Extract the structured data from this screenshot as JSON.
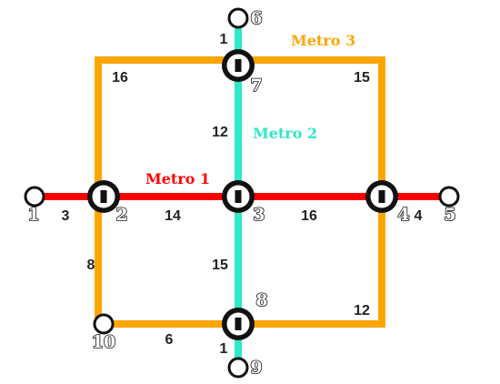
{
  "lines": [
    {
      "id": "metro1",
      "name": "Metro 1",
      "color": "#ff0000"
    },
    {
      "id": "metro2",
      "name": "Metro 2",
      "color": "#2ee8c8"
    },
    {
      "id": "metro3",
      "name": "Metro 3",
      "color": "#ffa500"
    }
  ],
  "stations": [
    {
      "id": "1",
      "label": "1",
      "type": "terminal"
    },
    {
      "id": "2",
      "label": "2",
      "type": "interchange"
    },
    {
      "id": "3",
      "label": "3",
      "type": "interchange"
    },
    {
      "id": "4",
      "label": "4",
      "type": "interchange"
    },
    {
      "id": "5",
      "label": "5",
      "type": "terminal"
    },
    {
      "id": "6",
      "label": "6",
      "type": "terminal"
    },
    {
      "id": "7",
      "label": "7",
      "type": "interchange"
    },
    {
      "id": "8",
      "label": "8",
      "type": "interchange"
    },
    {
      "id": "9",
      "label": "9",
      "type": "terminal"
    },
    {
      "id": "10",
      "label": "10",
      "type": "terminal"
    }
  ],
  "edges": [
    {
      "line": "metro1",
      "from": "1",
      "to": "2",
      "weight": "3"
    },
    {
      "line": "metro1",
      "from": "2",
      "to": "3",
      "weight": "14"
    },
    {
      "line": "metro1",
      "from": "3",
      "to": "4",
      "weight": "16"
    },
    {
      "line": "metro1",
      "from": "4",
      "to": "5",
      "weight": "4"
    },
    {
      "line": "metro2",
      "from": "6",
      "to": "7",
      "weight": "1"
    },
    {
      "line": "metro2",
      "from": "7",
      "to": "3",
      "weight": "12"
    },
    {
      "line": "metro2",
      "from": "3",
      "to": "8",
      "weight": "15"
    },
    {
      "line": "metro2",
      "from": "8",
      "to": "9",
      "weight": "1"
    },
    {
      "line": "metro3",
      "from": "7",
      "to": "2",
      "weight": "16"
    },
    {
      "line": "metro3",
      "from": "7",
      "to": "4",
      "weight": "15"
    },
    {
      "line": "metro3",
      "from": "2",
      "to": "10",
      "weight": "8"
    },
    {
      "line": "metro3",
      "from": "10",
      "to": "8",
      "weight": "6"
    },
    {
      "line": "metro3",
      "from": "8",
      "to": "4",
      "weight": "12"
    }
  ]
}
